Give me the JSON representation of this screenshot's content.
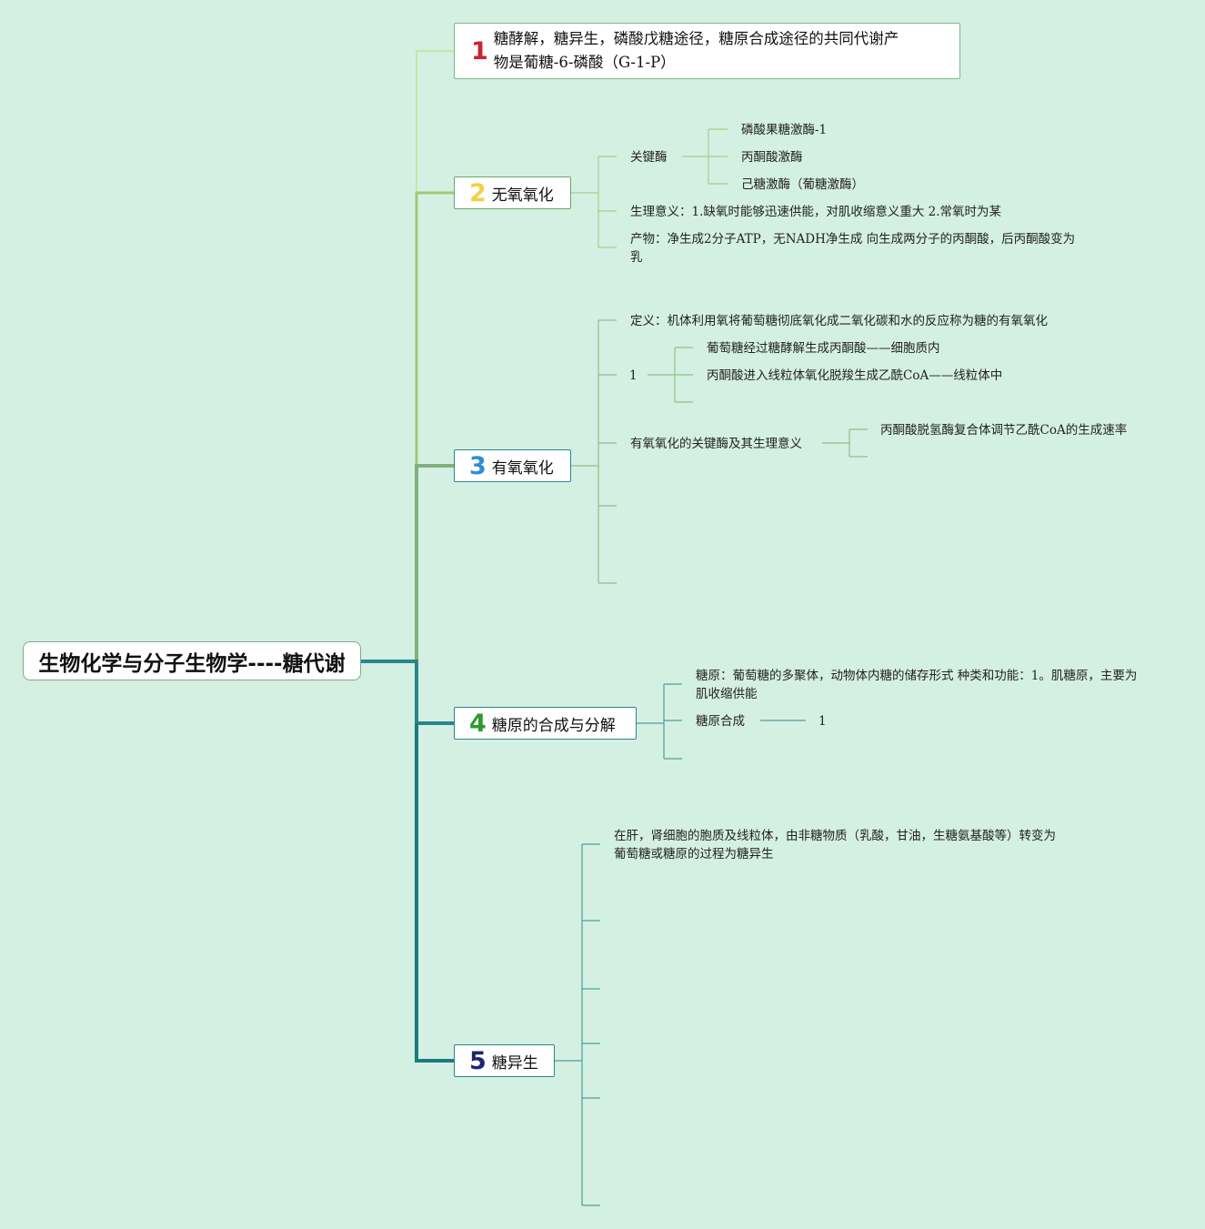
{
  "colors": {
    "background": "#d4f0e2",
    "branch1": "#c8e6a0",
    "branch2": "#a2c871",
    "branch3": "#7fb07d",
    "branch4": "#2a868a",
    "branch5": "#1e7a7f",
    "num1": "#d0202e",
    "num2": "#f2d04a",
    "num3": "#2f8fcf",
    "num4": "#2d9a2e",
    "num5": "#1f2670"
  },
  "root": {
    "title": "生物化学与分子生物学----糖代谢"
  },
  "topics": [
    {
      "num": "1",
      "line1": "糖酵解，糖异生，磷酸戊糖途径，糖原合成途径的共同代谢产",
      "line2": "物是葡糖-6-磷酸（G-1-P）"
    },
    {
      "num": "2",
      "label": "无氧氧化"
    },
    {
      "num": "3",
      "label": "有氧氧化"
    },
    {
      "num": "4",
      "label": "糖原的合成与分解"
    },
    {
      "num": "5",
      "label": "糖异生"
    }
  ],
  "t2": {
    "enzyme": "关键酶",
    "enzymes": [
      "磷酸果糖激酶-1",
      "丙酮酸激酶",
      "己糖激酶（葡糖激酶）"
    ],
    "significance": "生理意义：1.缺氧时能够迅速供能，对肌收缩意义重大 2.常氧时为某",
    "product": "产物：净生成2分子ATP，无NADH净生成 向生成两分子的丙酮酸，后丙酮酸变为乳"
  },
  "t3": {
    "definition": "定义：机体利用氧将葡萄糖彻底氧化成二氧化碳和水的反应称为糖的有氧氧化",
    "stage": "1",
    "stages": [
      "葡萄糖经过糖酵解生成丙酮酸——细胞质内",
      "丙酮酸进入线粒体氧化脱羧生成乙酰CoA——线粒体中"
    ],
    "key": "有氧氧化的关键酶及其生理意义",
    "key_items": [
      "丙酮酸脱氢酶复合体调节乙酰CoA的生成速率"
    ]
  },
  "t4": {
    "glycogen": "糖原：葡萄糖的多聚体，动物体内糖的储存形式 种类和功能：1。肌糖原，主要为肌收缩供能",
    "synthesis": "糖原合成",
    "synthesis_child": "1"
  },
  "t5": {
    "definition": "在肝，肾细胞的胞质及线粒体，由非糖物质（乳酸，甘油，生糖氨基酸等）转变为葡萄糖或糖原的过程为糖异生"
  }
}
